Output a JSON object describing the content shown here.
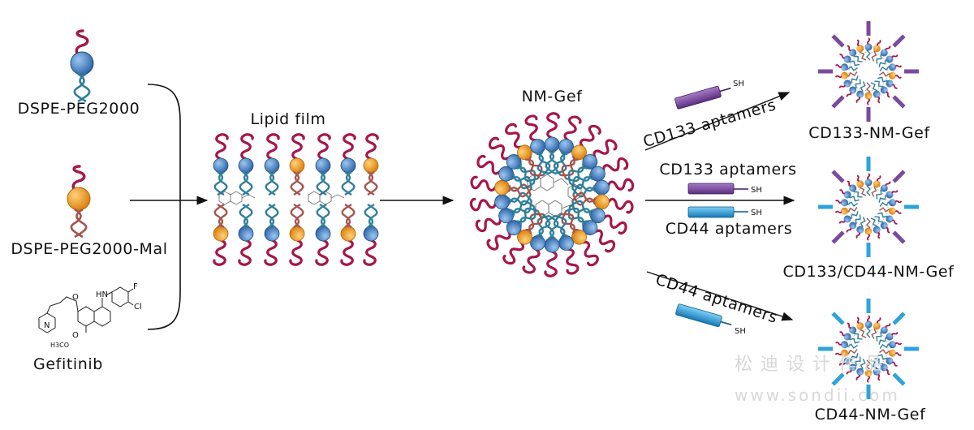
{
  "components": {
    "dspe_peg": "DSPE-PEG2000",
    "dspe_peg_mal": "DSPE-PEG2000-Mal",
    "gefitinib": "Gefitinib",
    "gefitinib_atoms": {
      "n": "N",
      "o1": "O",
      "o2": "O",
      "hn": "HN",
      "cl": "Cl",
      "f": "F",
      "h3co": "H3CO"
    }
  },
  "stages": {
    "lipid_film": "Lipid film",
    "nm_gef": "NM-Gef"
  },
  "reagents": {
    "cd133": "CD133 aptamers",
    "cd44": "CD44 aptamers",
    "thiol": "SH"
  },
  "products": {
    "cd133": "CD133-NM-Gef",
    "dual": "CD133/CD44-NM-Gef",
    "cd44": "CD44-NM-Gef"
  },
  "watermark": {
    "cn": "松迪设计作品",
    "url": "www.sondii.com"
  },
  "colors": {
    "peg": "#a6164a",
    "head_blue": "#3f7fc6",
    "head_orange": "#f29a1b",
    "tail_teal": "#2f7f9a",
    "tail_mal": "#a4554f",
    "cd133_aptamer": "#7b4a9e",
    "cd44_aptamer": "#2ea3dc"
  }
}
